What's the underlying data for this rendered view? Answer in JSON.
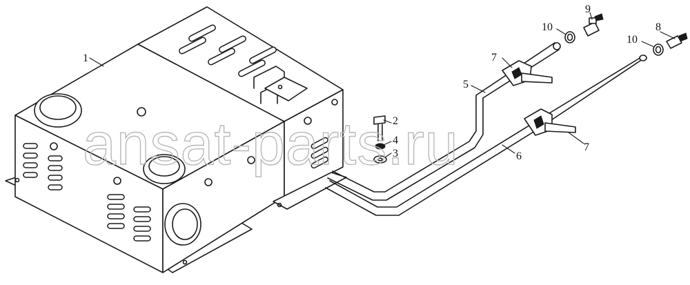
{
  "watermark": "ansat-parts.ru",
  "callouts": [
    {
      "id": "1",
      "label": "1"
    },
    {
      "id": "2",
      "label": "2"
    },
    {
      "id": "3",
      "label": "3"
    },
    {
      "id": "4",
      "label": "4"
    },
    {
      "id": "5",
      "label": "5"
    },
    {
      "id": "6",
      "label": "6"
    },
    {
      "id": "7a",
      "label": "7"
    },
    {
      "id": "7b",
      "label": "7"
    },
    {
      "id": "8",
      "label": "8"
    },
    {
      "id": "9",
      "label": "9"
    },
    {
      "id": "10a",
      "label": "10"
    },
    {
      "id": "10b",
      "label": "10"
    }
  ]
}
